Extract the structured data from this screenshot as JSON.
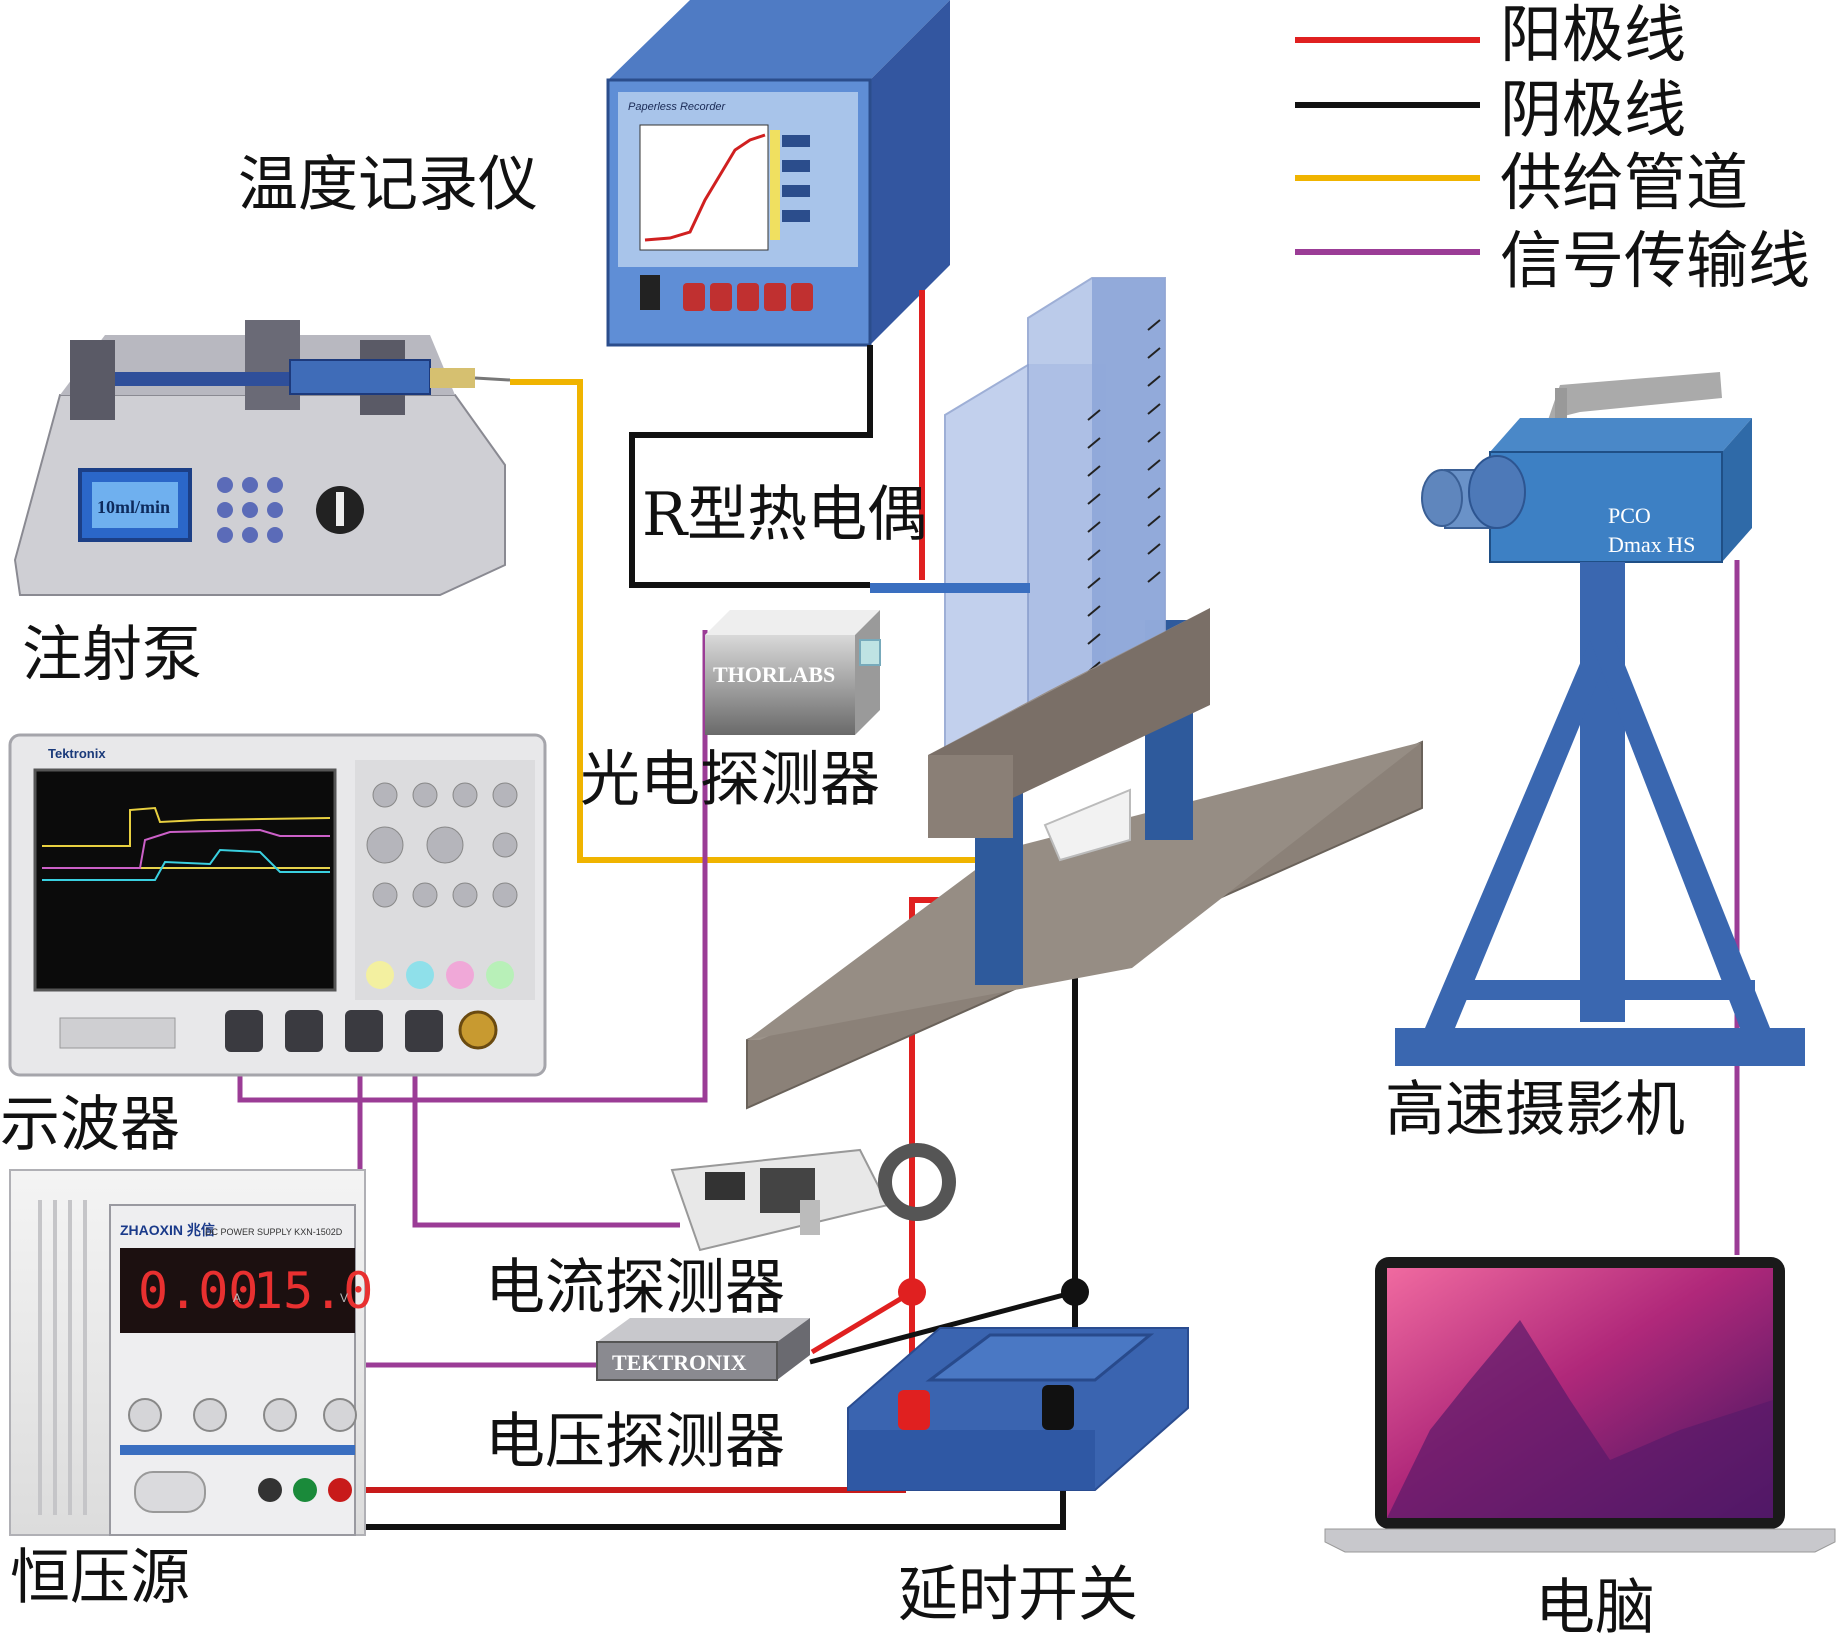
{
  "legend": {
    "items": [
      {
        "label": "阳极线",
        "color": "#e02020"
      },
      {
        "label": "阴极线",
        "color": "#111111"
      },
      {
        "label": "供给管道",
        "color": "#f0b400"
      },
      {
        "label": "信号传输线",
        "color": "#9b3c96"
      }
    ]
  },
  "devices": {
    "temp_recorder": {
      "label": "温度记录仪",
      "screen_brand": "Paperless Recorder"
    },
    "thermocouple": {
      "label": "R型热电偶"
    },
    "syringe_pump": {
      "label": "注射泵",
      "display": "10ml/min"
    },
    "photodetector": {
      "label": "光电探测器",
      "brand": "THORLABS"
    },
    "oscilloscope": {
      "label": "示波器",
      "brand": "Tektronix"
    },
    "current_probe": {
      "label": "电流探测器"
    },
    "voltage_probe": {
      "label": "电压探测器",
      "brand": "TEKTRONIX"
    },
    "power_supply": {
      "label": "恒压源",
      "brand": "ZHAOXIN 兆信",
      "model": "DC POWER SUPPLY KXN-1502D",
      "current": "0.00",
      "current_unit": "A",
      "voltage": "15.0",
      "voltage_unit": "V"
    },
    "delay_switch": {
      "label": "延时开关"
    },
    "camera": {
      "label": "高速摄影机",
      "brand_line1": "PCO",
      "brand_line2": "Dmax HS"
    },
    "computer": {
      "label": "电脑"
    }
  },
  "colors": {
    "anode": "#e02020",
    "cathode": "#111111",
    "supply": "#f0b400",
    "signal": "#9b3c96",
    "stand_blue": "#3a67b0",
    "platform": "#8b8178"
  }
}
